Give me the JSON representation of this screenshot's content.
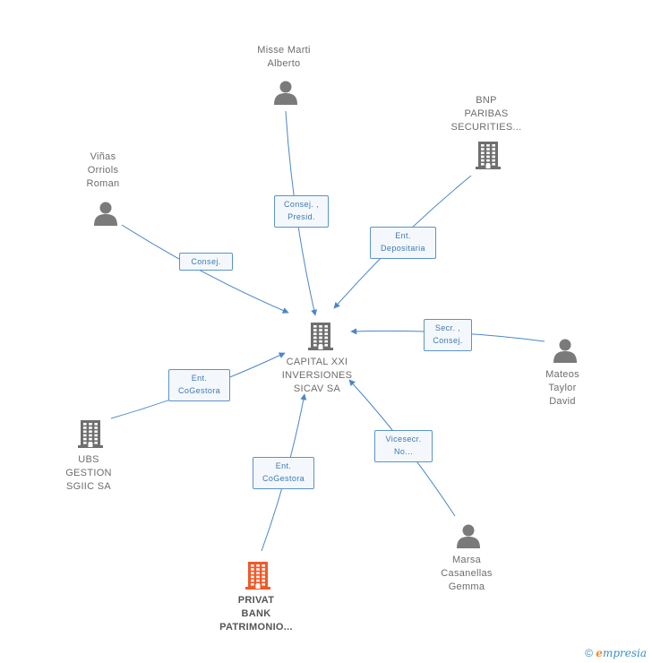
{
  "nodes": [
    {
      "id": "capital",
      "type": "company",
      "lines": [
        "CAPITAL XXI",
        "INVERSIONES",
        "SICAV SA"
      ],
      "color": "#6f6f6f",
      "focus": false
    },
    {
      "id": "misse",
      "type": "person",
      "lines": [
        "Misse Marti",
        "Alberto"
      ],
      "color": "#7a7a7a",
      "focus": false
    },
    {
      "id": "bnp",
      "type": "company",
      "lines": [
        "BNP",
        "PARIBAS",
        "SECURITIES..."
      ],
      "color": "#6f6f6f",
      "focus": false
    },
    {
      "id": "vinas",
      "type": "person",
      "lines": [
        "Viñas",
        "Orriols",
        "Roman"
      ],
      "color": "#7a7a7a",
      "focus": false
    },
    {
      "id": "mateos",
      "type": "person",
      "lines": [
        "Mateos",
        "Taylor",
        "David"
      ],
      "color": "#7a7a7a",
      "focus": false
    },
    {
      "id": "ubs",
      "type": "company",
      "lines": [
        "UBS",
        "GESTION",
        "SGIIC SA"
      ],
      "color": "#6f6f6f",
      "focus": false
    },
    {
      "id": "marsa",
      "type": "person",
      "lines": [
        "Marsa",
        "Casanellas",
        "Gemma"
      ],
      "color": "#7a7a7a",
      "focus": false
    },
    {
      "id": "privat",
      "type": "company",
      "lines": [
        "PRIVAT",
        "BANK",
        "PATRIMONIO..."
      ],
      "color": "#f05a28",
      "focus": true
    }
  ],
  "edges": [
    {
      "from": "misse",
      "to": "capital",
      "label": [
        "Consej. ,",
        "Presid."
      ]
    },
    {
      "from": "bnp",
      "to": "capital",
      "label": [
        "Ent.",
        "Depositaria"
      ]
    },
    {
      "from": "vinas",
      "to": "capital",
      "label": [
        "Consej."
      ]
    },
    {
      "from": "mateos",
      "to": "capital",
      "label": [
        "Secr. ,",
        "Consej."
      ]
    },
    {
      "from": "ubs",
      "to": "capital",
      "label": [
        "Ent.",
        "CoGestora"
      ]
    },
    {
      "from": "marsa",
      "to": "capital",
      "label": [
        "Vicesecr.",
        "No..."
      ]
    },
    {
      "from": "privat",
      "to": "capital",
      "label": [
        "Ent.",
        "CoGestora"
      ]
    }
  ],
  "colors": {
    "edge": "#4a86c8",
    "label_border": "#5b93c9",
    "label_text": "#3d78b5"
  },
  "footer": {
    "copyright": "©",
    "brand_first": "e",
    "brand_rest": "mpresia"
  }
}
